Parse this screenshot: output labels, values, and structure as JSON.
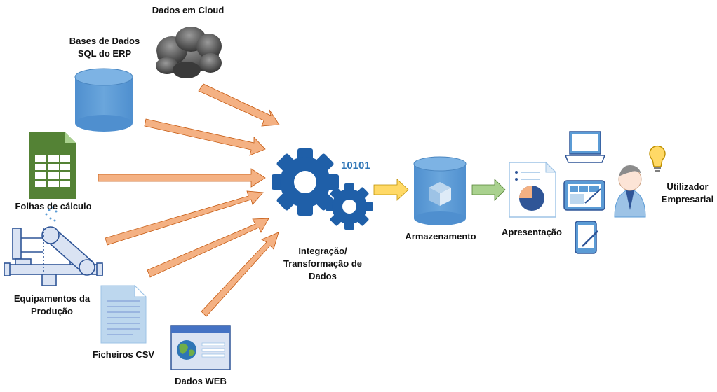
{
  "labels": {
    "cloud": "Dados em Cloud",
    "sql_line1": "Bases de Dados",
    "sql_line2": "SQL do ERP",
    "spreadsheets": "Folhas de cálculo",
    "equipment_line1": "Equipamentos da",
    "equipment_line2": "Produção",
    "csv": "Ficheiros CSV",
    "web": "Dados WEB",
    "integration_line1": "Integração/",
    "integration_line2": "Transformação de",
    "integration_line3": "Dados",
    "binary": "10101",
    "storage": "Armazenamento",
    "presentation": "Apresentação",
    "user_line1": "Utilizador",
    "user_line2": "Empresarial"
  },
  "colors": {
    "source_arrow": "#f4b183",
    "source_arrow_stroke": "#c55a11",
    "storage_arrow": "#ffd966",
    "presentation_arrow": "#a9d18e",
    "gear": "#1f5fa8",
    "database": "#5b9bd5",
    "spreadsheet": "#548235"
  }
}
